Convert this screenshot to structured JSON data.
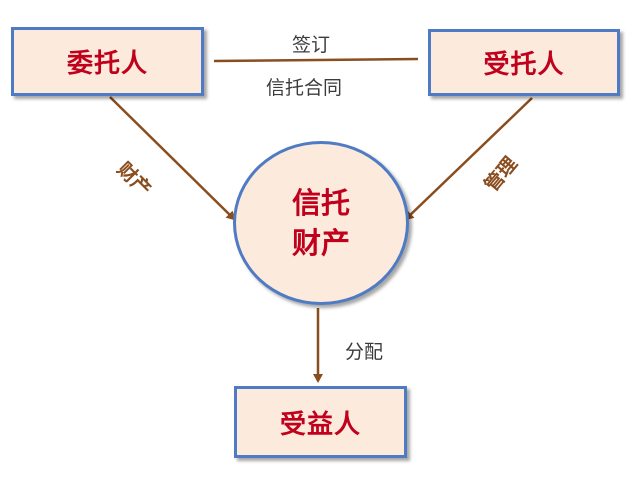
{
  "nodes": {
    "trustor": "委托人",
    "trustee": "受托人",
    "trust_property_line1": "信托",
    "trust_property_line2": "财产",
    "beneficiary": "受益人"
  },
  "edges": {
    "sign": "签订",
    "contract": "信托合同",
    "property": "财产",
    "manage": "管理",
    "distribute": "分配"
  },
  "colors": {
    "node_fill": "#fcebdc",
    "node_border": "#4f7bc4",
    "node_text": "#c0001c",
    "arrow": "#8a4d1e"
  }
}
